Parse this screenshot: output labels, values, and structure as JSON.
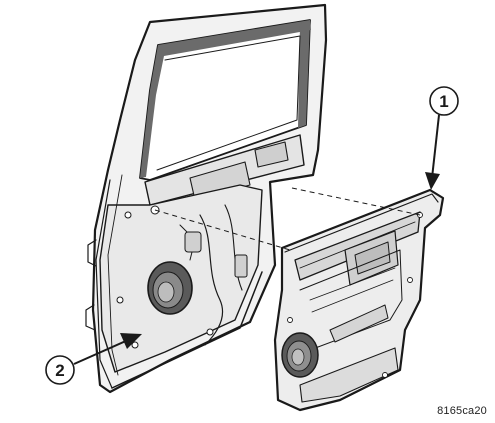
{
  "diagram": {
    "callouts": [
      {
        "id": "1",
        "label": "1",
        "target": "trim-panel"
      },
      {
        "id": "2",
        "label": "2",
        "target": "door-inner-frame"
      }
    ],
    "figure_code": "8165ca20",
    "colors": {
      "stroke": "#1a1a1a",
      "shade": "#d4d4d4",
      "glass": "#6b6b6b",
      "panel": "#ededed"
    }
  }
}
